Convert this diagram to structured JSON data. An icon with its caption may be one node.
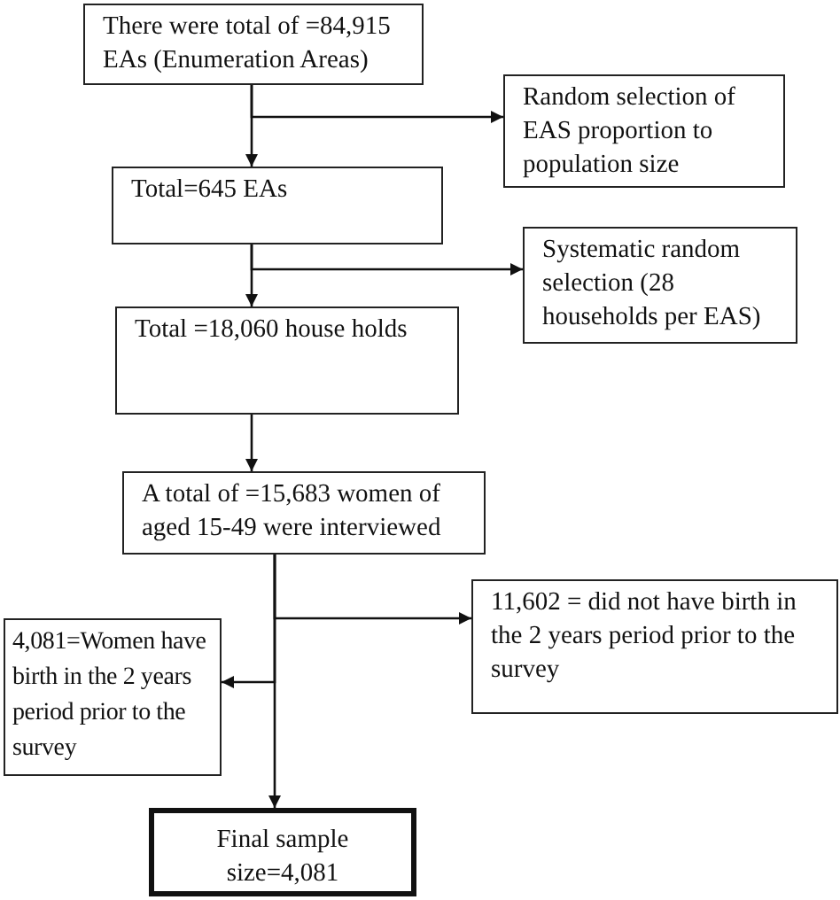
{
  "diagram": {
    "nodes": [
      {
        "text": [
          "There were total of =84,915 EAs (Enumeration Areas)"
        ]
      },
      {
        "text": [
          "Random selection of EAS proportion to population size"
        ]
      },
      {
        "text": [
          "Total=645 EAs"
        ]
      },
      {
        "text": [
          "Systematic random selection (28 households per EAS)"
        ]
      },
      {
        "text": [
          "Total =18,060 house holds"
        ]
      },
      {
        "text": [
          "A total of =15,683 women of aged 15-49 were interviewed"
        ]
      },
      {
        "text": [
          "11,602 = did not have birth in the 2 years period prior to the survey"
        ]
      },
      {
        "text": [
          "4,081=Women have birth in the 2 years period prior to the survey"
        ]
      },
      {
        "text": [
          "Final sample size=4,081"
        ]
      }
    ],
    "edges": [
      {
        "from": 0,
        "to": 2,
        "arrow": "to"
      },
      {
        "from": 0,
        "to": 1,
        "arrow": "to"
      },
      {
        "from": 2,
        "to": 4,
        "arrow": "to"
      },
      {
        "from": 2,
        "to": 3,
        "arrow": "to"
      },
      {
        "from": 4,
        "to": 5,
        "arrow": "to"
      },
      {
        "from": 5,
        "to": 6,
        "arrow": "to"
      },
      {
        "from": 5,
        "to": 7,
        "arrow": "to"
      },
      {
        "from": 5,
        "to": 8,
        "arrow": "to"
      }
    ]
  }
}
